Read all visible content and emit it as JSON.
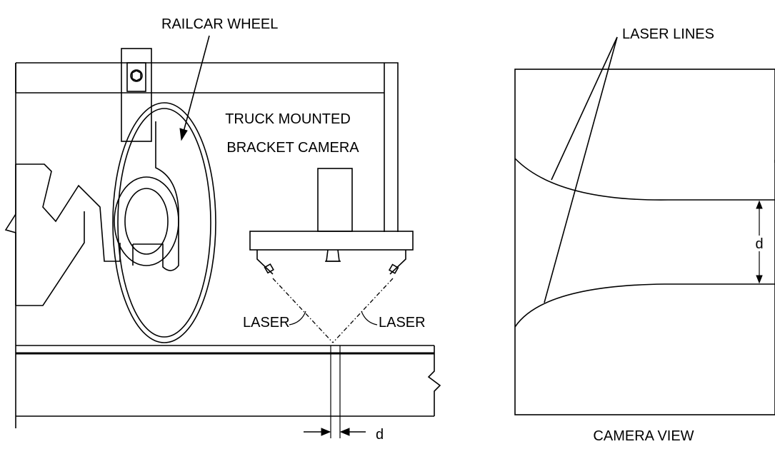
{
  "labels": {
    "railcar_wheel": "RAILCAR WHEEL",
    "truck_mounted_line1": "TRUCK MOUNTED",
    "truck_mounted_line2": "BRACKET CAMERA",
    "laser_left": "LASER",
    "laser_right": "LASER",
    "d_bottom": "d",
    "laser_lines": "LASER LINES",
    "d_camera": "d",
    "camera_view": "CAMERA VIEW"
  }
}
